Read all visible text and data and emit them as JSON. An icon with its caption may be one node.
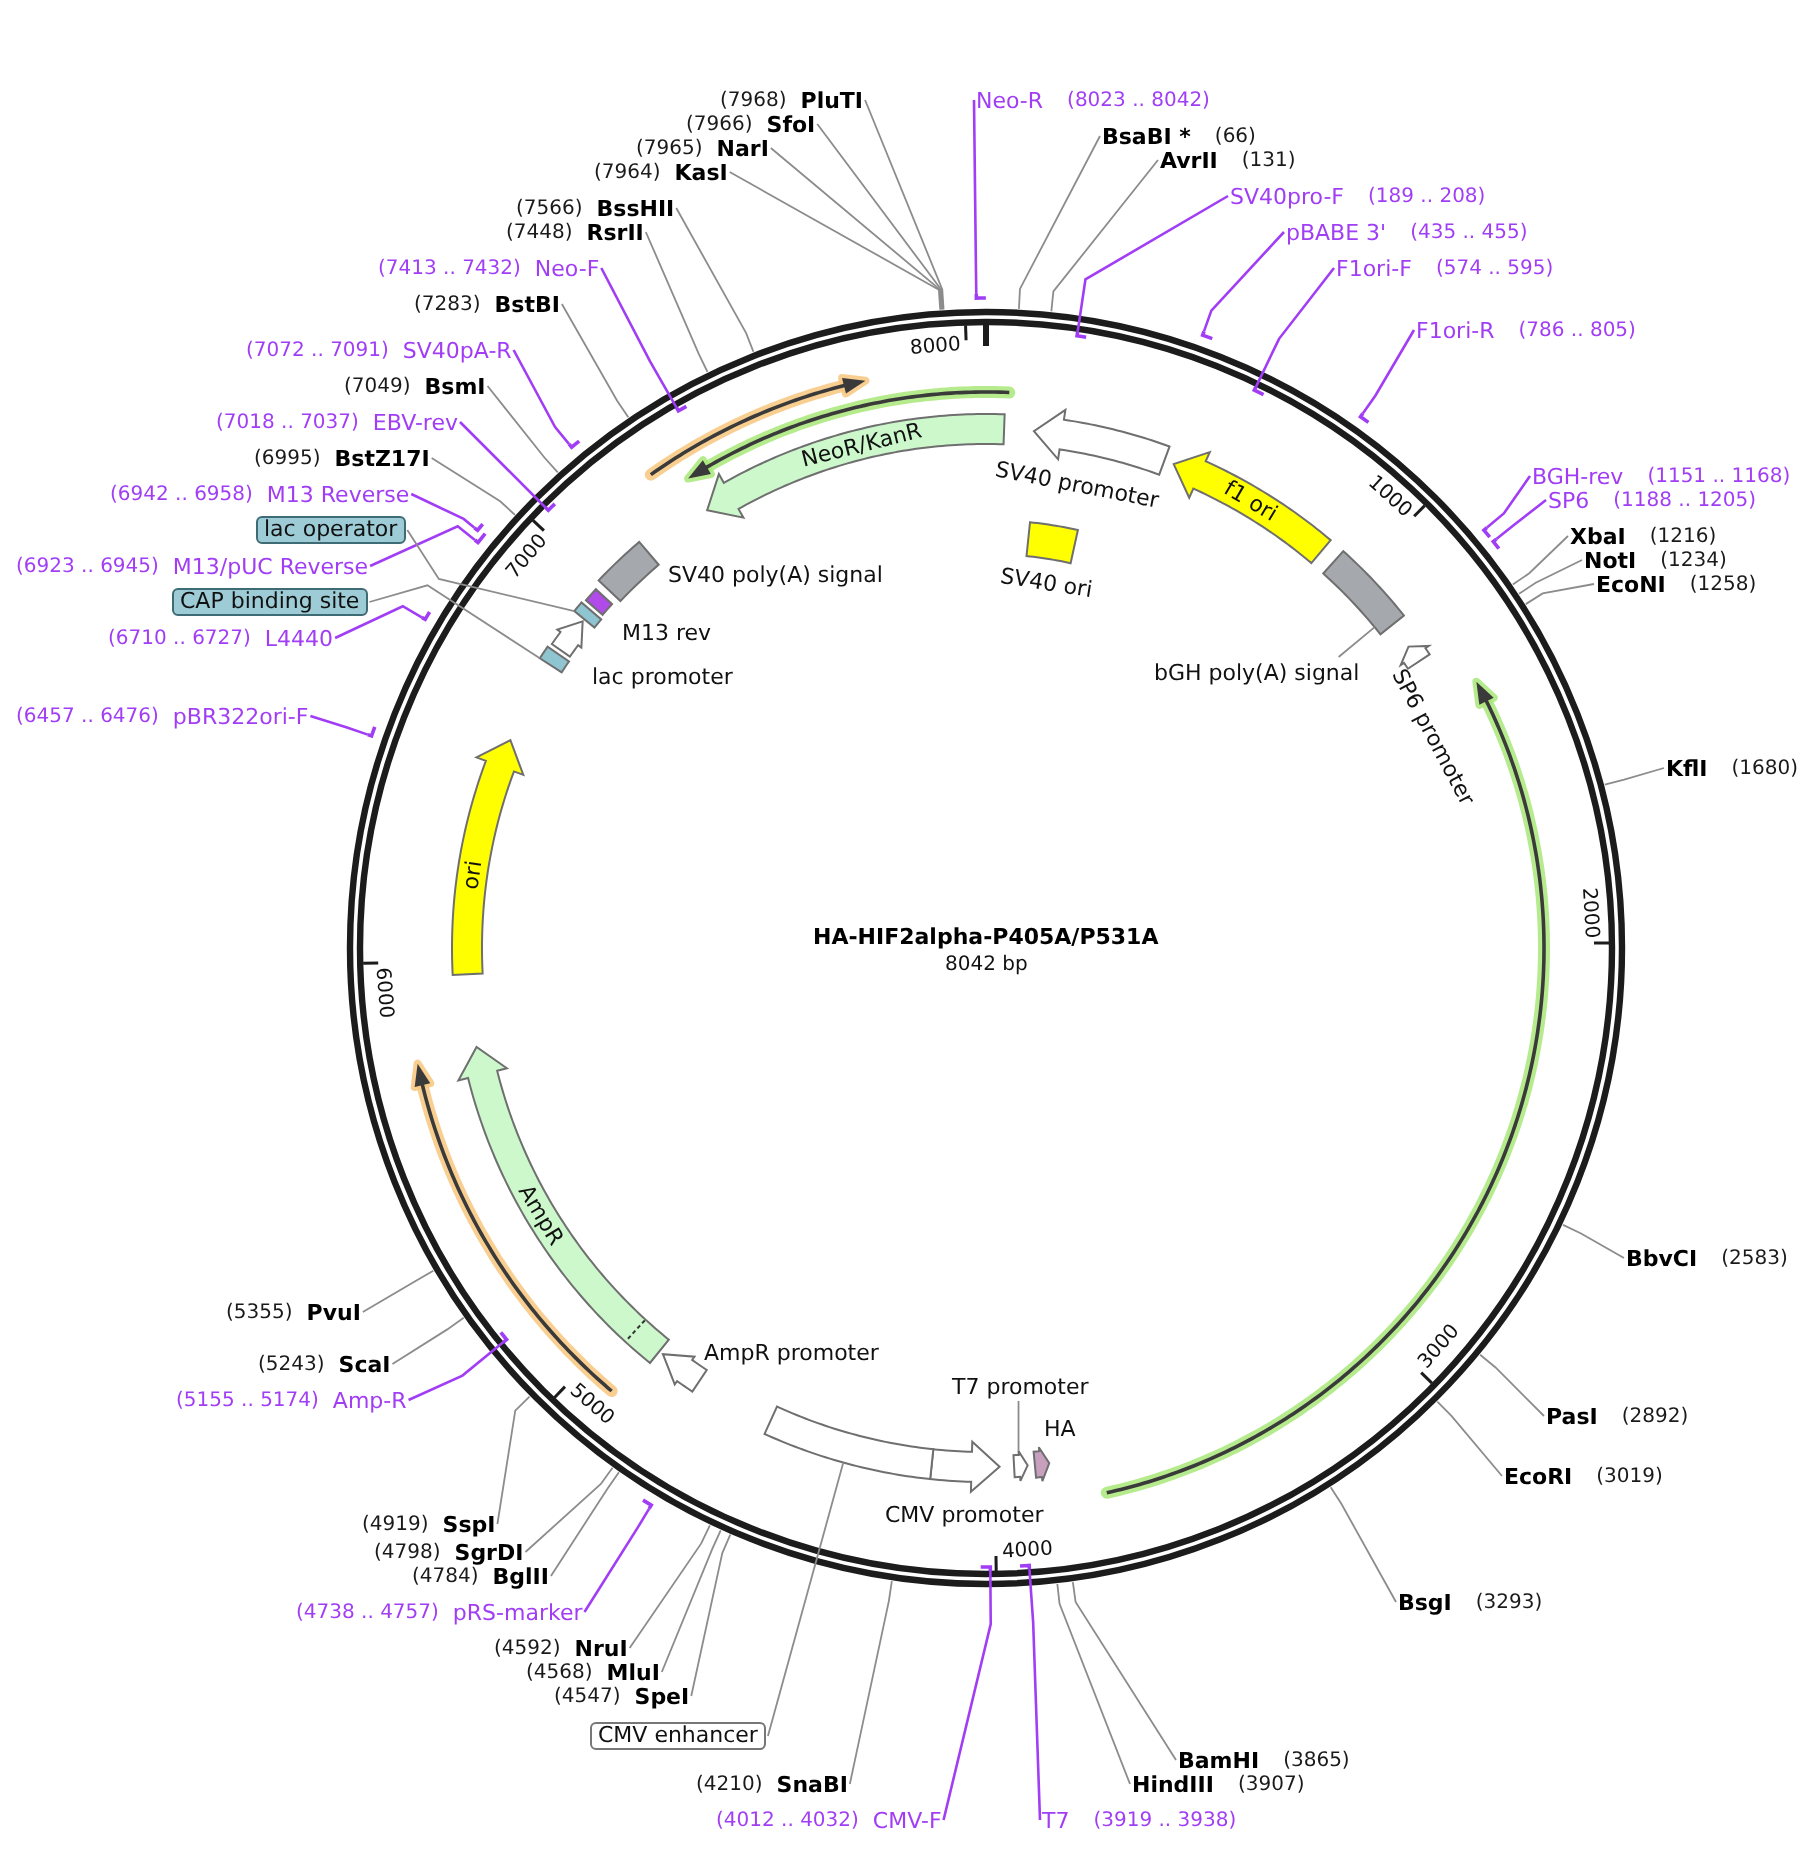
{
  "diagram": {
    "title": "HA-HIF2alpha-P405A/P531A",
    "nodes": [
      {
        "text": [
          "BsaBI *",
          "(66)"
        ]
      },
      {
        "text": [
          "AvrII",
          "(131)"
        ]
      },
      {
        "text": [
          "SV40pro-F",
          "(189 .. 208)"
        ]
      },
      {
        "text": [],
        "shape": "bar"
      },
      {
        "text": [
          "pBABE 3'",
          "(435 .. 455)"
        ]
      },
      {
        "text": [],
        "shape": "bar"
      },
      {
        "text": [
          "F1ori-F",
          "(574 .. 595)"
        ]
      },
      {
        "text": [],
        "shape": "bar"
      },
      {
        "text": [
          "F1ori-R",
          "(786 .. 805)"
        ]
      },
      {
        "text": [],
        "shape": "bar"
      },
      {
        "text": [
          "BGH-rev",
          "(1151 .. 1168)"
        ]
      },
      {
        "text": [],
        "shape": "bar"
      },
      {
        "text": [
          "SP6",
          "(1188 .. 1205)"
        ]
      },
      {
        "text": [],
        "shape": "bar"
      },
      {
        "text": [
          "XbaI",
          "(1216)"
        ]
      },
      {
        "text": [
          "NotI",
          "(1234)"
        ]
      },
      {
        "text": [
          "EcoNI",
          "(1258)"
        ]
      },
      {
        "text": [
          "KflI",
          "(1680)"
        ]
      },
      {
        "text": [
          "BbvCI",
          "(2583)"
        ]
      },
      {
        "text": [
          "PasI",
          "(2892)"
        ]
      },
      {
        "text": [
          "EcoRI",
          "(3019)"
        ]
      },
      {
        "text": [
          "BsgI",
          "(3293)"
        ]
      },
      {
        "text": [
          "BamHI",
          "(3865)"
        ]
      },
      {
        "text": [
          "HindIII",
          "(3907)"
        ]
      },
      {
        "text": [
          "T7",
          "(3919 .. 3938)"
        ]
      },
      {
        "text": [],
        "shape": "bar"
      },
      {
        "text": [
          "(4012 .. 4032)",
          "CMV-F"
        ]
      },
      {
        "text": [],
        "shape": "bar"
      },
      {
        "text": [
          "(4210)",
          "SnaBI"
        ]
      },
      {
        "text": [
          "CMV enhancer"
        ]
      },
      {
        "text": [
          "(4547)",
          "SpeI"
        ]
      },
      {
        "text": [
          "(4568)",
          "MluI"
        ]
      },
      {
        "text": [
          "(4592)",
          "NruI"
        ]
      },
      {
        "text": [
          "(4738 .. 4757)",
          "pRS-marker"
        ]
      },
      {
        "text": [],
        "shape": "bar"
      },
      {
        "text": [
          "(4784)",
          "BglII"
        ]
      },
      {
        "text": [
          "(4798)",
          "SgrDI"
        ]
      },
      {
        "text": [
          "(4919)",
          "SspI"
        ]
      },
      {
        "text": [
          "(5155 .. 5174)",
          "Amp-R"
        ]
      },
      {
        "text": [],
        "shape": "bar"
      },
      {
        "text": [
          "(5243)",
          "ScaI"
        ]
      },
      {
        "text": [
          "(5355)",
          "PvuI"
        ]
      },
      {
        "text": [
          "(6457 .. 6476)",
          "pBR322ori-F"
        ]
      },
      {
        "text": [],
        "shape": "bar"
      },
      {
        "text": [
          "(6710 .. 6727)",
          "L4440"
        ]
      },
      {
        "text": [],
        "shape": "bar"
      },
      {
        "text": [
          "CAP binding site"
        ]
      },
      {
        "text": [
          "(6923 .. 6945)",
          "M13/pUC Reverse"
        ]
      },
      {
        "text": [],
        "shape": "bar"
      },
      {
        "text": [
          "lac operator"
        ]
      },
      {
        "text": [
          "(6942 .. 6958)",
          "M13 Reverse"
        ]
      },
      {
        "text": [],
        "shape": "bar"
      },
      {
        "text": [
          "(6995)",
          "BstZ17I"
        ]
      },
      {
        "text": [
          "(7018 .. 7037)",
          "EBV-rev"
        ]
      },
      {
        "text": [],
        "shape": "bar"
      },
      {
        "text": [
          "(7049)",
          "BsmI"
        ]
      },
      {
        "text": [
          "(7072 .. 7091)",
          "SV40pA-R"
        ]
      },
      {
        "text": [],
        "shape": "bar"
      },
      {
        "text": [
          "(7283)",
          "BstBI"
        ]
      },
      {
        "text": [
          "(7413 .. 7432)",
          "Neo-F"
        ]
      },
      {
        "text": [],
        "shape": "bar"
      },
      {
        "text": [
          "(7448)",
          "RsrII"
        ]
      },
      {
        "text": [
          "(7566)",
          "BssHII"
        ]
      },
      {
        "text": [
          "(7964)",
          "KasI"
        ]
      },
      {
        "text": [
          "(7965)",
          "NarI"
        ]
      },
      {
        "text": [
          "(7966)",
          "SfoI"
        ]
      },
      {
        "text": [
          "(7968)",
          "PluTI"
        ]
      },
      {
        "text": [
          "Neo-R",
          "(8023 .. 8042)"
        ]
      },
      {
        "text": [],
        "shape": "bar"
      },
      {
        "text": [],
        "shape": "arrow",
        "beside": [
          "SV40 promoter"
        ]
      },
      {
        "text": [],
        "shape": "box",
        "beside": [
          "SV40 ori"
        ]
      },
      {
        "text": [
          "f1 ori"
        ]
      },
      {
        "text": [],
        "shape": "box"
      },
      {
        "text": [
          "bGH poly(A) signal"
        ]
      },
      {
        "text": [],
        "shape": "arrow",
        "beside": [
          "SP6 promoter"
        ]
      },
      {
        "text": [],
        "shape": "arrow",
        "beside": [
          "HA"
        ]
      },
      {
        "text": [],
        "shape": "arrow"
      },
      {
        "text": [
          "T7 promoter"
        ]
      },
      {
        "text": [],
        "shape": "arrow",
        "beside": [
          "CMV promoter"
        ]
      },
      {
        "text": [],
        "shape": "box"
      },
      {
        "text": [],
        "shape": "arrow",
        "beside": [
          "AmpR promoter"
        ]
      },
      {
        "text": [
          "AmpR"
        ]
      },
      {
        "text": [
          "ori"
        ]
      },
      {
        "text": [],
        "shape": "box"
      },
      {
        "text": [],
        "shape": "arrow",
        "beside": [
          "lac promoter"
        ]
      },
      {
        "text": [],
        "shape": "box"
      },
      {
        "text": [],
        "shape": "box",
        "beside": [
          "M13 rev"
        ]
      },
      {
        "text": [],
        "shape": "box",
        "beside": [
          "SV40 poly(A) signal"
        ]
      },
      {
        "text": [
          "NeoR/KanR"
        ]
      }
    ],
    "edges": [
      {
        "from": 0,
        "to": null,
        "arrow": "none"
      },
      {
        "from": 1,
        "to": null,
        "arrow": "none"
      },
      {
        "from": 2,
        "to": 3,
        "arrow": "none",
        "color": "#a13ef5"
      },
      {
        "from": 4,
        "to": 5,
        "arrow": "none",
        "color": "#a13ef5"
      },
      {
        "from": 6,
        "to": 7,
        "arrow": "none",
        "color": "#a13ef5"
      },
      {
        "from": 8,
        "to": 9,
        "arrow": "none",
        "color": "#a13ef5"
      },
      {
        "from": 10,
        "to": 11,
        "arrow": "none",
        "color": "#a13ef5"
      },
      {
        "from": 12,
        "to": 13,
        "arrow": "none",
        "color": "#a13ef5"
      },
      {
        "from": 14,
        "to": null,
        "arrow": "none"
      },
      {
        "from": 15,
        "to": null,
        "arrow": "none"
      },
      {
        "from": 16,
        "to": null,
        "arrow": "none"
      },
      {
        "from": 17,
        "to": null,
        "arrow": "none"
      },
      {
        "from": 18,
        "to": null,
        "arrow": "none"
      },
      {
        "from": 19,
        "to": null,
        "arrow": "none"
      },
      {
        "from": 20,
        "to": null,
        "arrow": "none"
      },
      {
        "from": 21,
        "to": null,
        "arrow": "none"
      },
      {
        "from": 22,
        "to": null,
        "arrow": "none"
      },
      {
        "from": 23,
        "to": null,
        "arrow": "none"
      },
      {
        "from": 24,
        "to": 25,
        "arrow": "none",
        "color": "#a13ef5"
      },
      {
        "from": 26,
        "to": 27,
        "arrow": "none",
        "color": "#a13ef5"
      },
      {
        "from": 28,
        "to": null,
        "arrow": "none"
      },
      {
        "from": 29,
        "to": 79,
        "arrow": "none"
      },
      {
        "from": 30,
        "to": null,
        "arrow": "none"
      },
      {
        "from": 31,
        "to": null,
        "arrow": "none"
      },
      {
        "from": 32,
        "to": null,
        "arrow": "none"
      },
      {
        "from": 33,
        "to": 34,
        "arrow": "none",
        "color": "#a13ef5"
      },
      {
        "from": 35,
        "to": null,
        "arrow": "none"
      },
      {
        "from": 36,
        "to": null,
        "arrow": "none"
      },
      {
        "from": 37,
        "to": null,
        "arrow": "none"
      },
      {
        "from": 38,
        "to": 39,
        "arrow": "none",
        "color": "#a13ef5"
      },
      {
        "from": 40,
        "to": null,
        "arrow": "none"
      },
      {
        "from": 41,
        "to": null,
        "arrow": "none"
      },
      {
        "from": 42,
        "to": 43,
        "arrow": "none",
        "color": "#a13ef5"
      },
      {
        "from": 44,
        "to": 45,
        "arrow": "none",
        "color": "#a13ef5"
      },
      {
        "from": 46,
        "to": 83,
        "arrow": "none"
      },
      {
        "from": 47,
        "to": 48,
        "arrow": "none",
        "color": "#a13ef5"
      },
      {
        "from": 49,
        "to": 85,
        "arrow": "none"
      },
      {
        "from": 50,
        "to": 51,
        "arrow": "none",
        "color": "#a13ef5"
      },
      {
        "from": 52,
        "to": null,
        "arrow": "none"
      },
      {
        "from": 53,
        "to": 54,
        "arrow": "none",
        "color": "#a13ef5"
      },
      {
        "from": 55,
        "to": null,
        "arrow": "none"
      },
      {
        "from": 56,
        "to": 57,
        "arrow": "none",
        "color": "#a13ef5"
      },
      {
        "from": 58,
        "to": null,
        "arrow": "none"
      },
      {
        "from": 59,
        "to": 60,
        "arrow": "none",
        "color": "#a13ef5"
      },
      {
        "from": 61,
        "to": null,
        "arrow": "none"
      },
      {
        "from": 62,
        "to": null,
        "arrow": "none"
      },
      {
        "from": 63,
        "to": null,
        "arrow": "none"
      },
      {
        "from": 64,
        "to": null,
        "arrow": "none"
      },
      {
        "from": 65,
        "to": null,
        "arrow": "none"
      },
      {
        "from": 66,
        "to": null,
        "arrow": "none"
      },
      {
        "from": 67,
        "to": 68,
        "arrow": "none",
        "color": "#a13ef5"
      },
      {
        "from": 73,
        "to": 72,
        "arrow": "none"
      },
      {
        "from": 77,
        "to": 76,
        "arrow": "none"
      }
    ],
    "labels": [
      "8000",
      "1000",
      "2000",
      "3000",
      "4000",
      "5000",
      "6000",
      "7000",
      "8042 bp"
    ]
  }
}
